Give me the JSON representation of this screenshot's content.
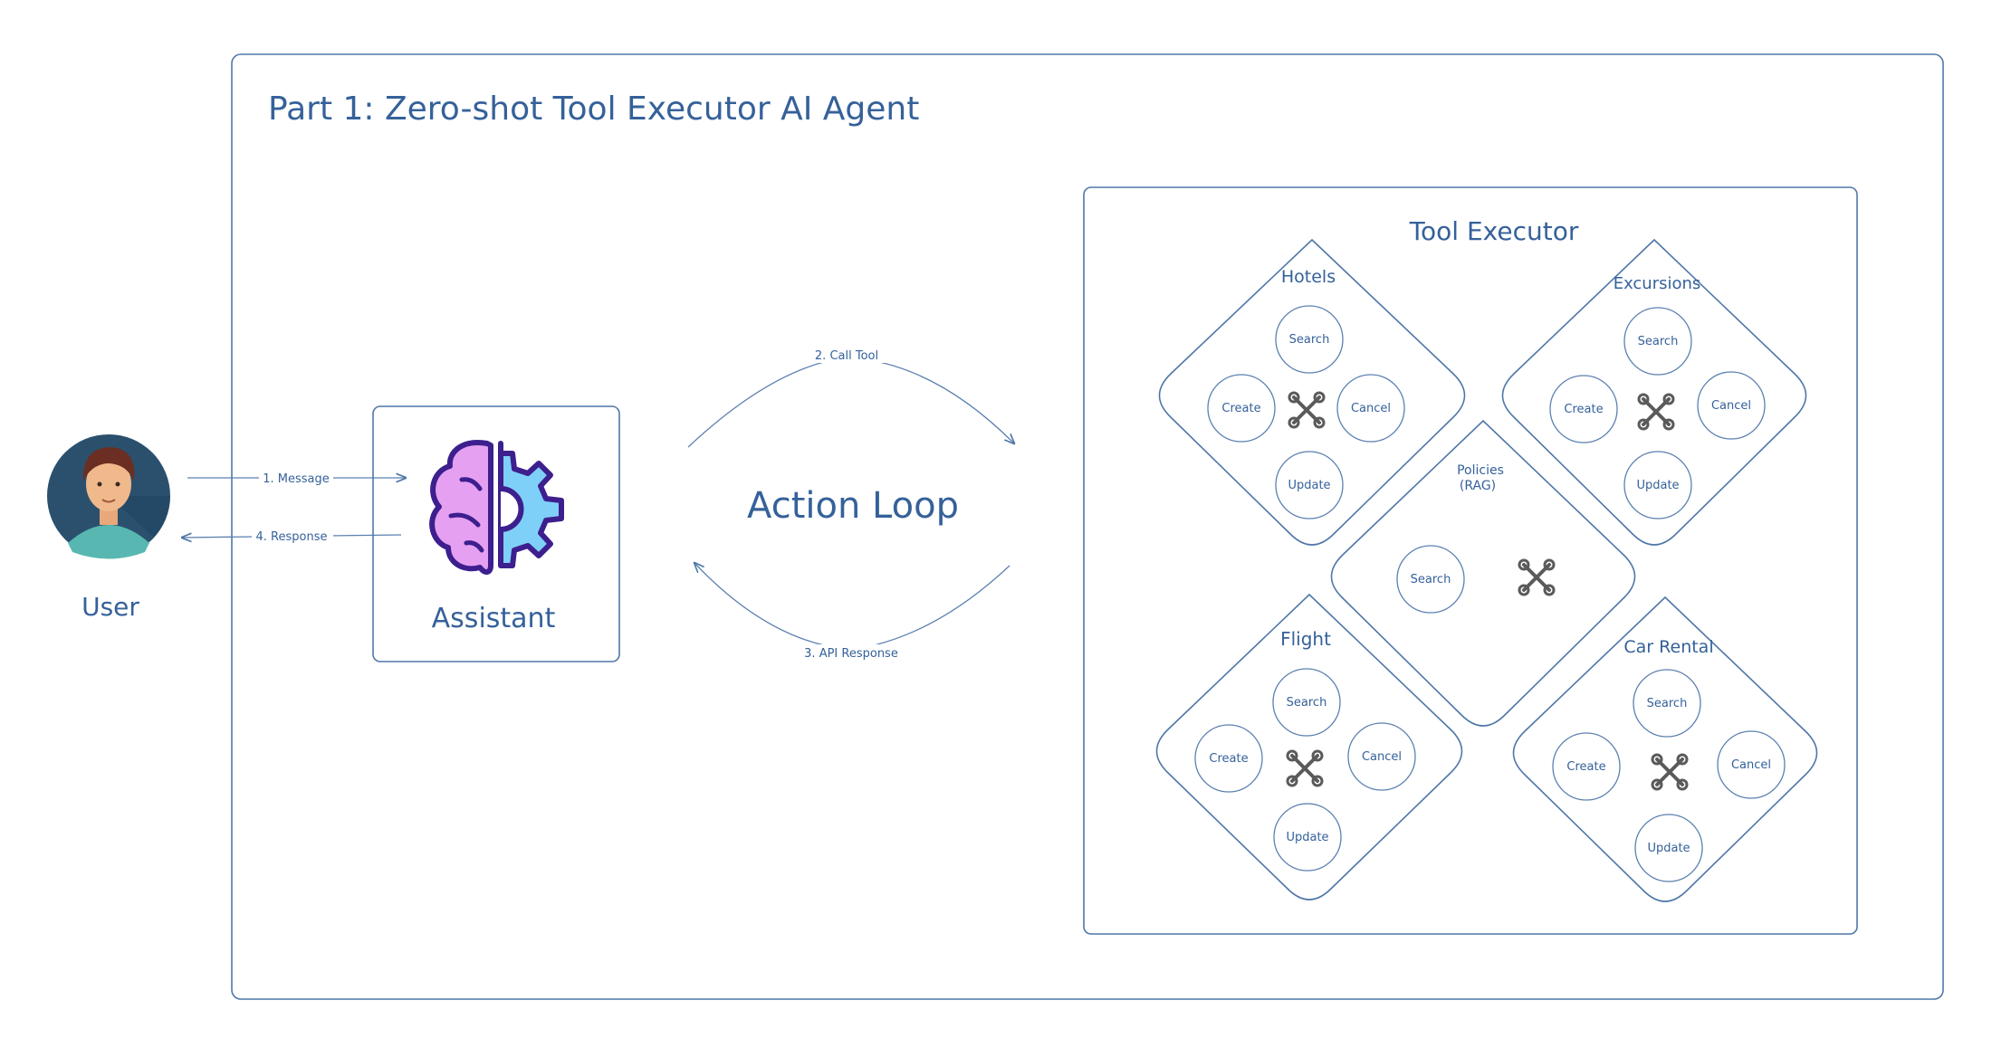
{
  "title": "Part 1: Zero-shot Tool Executor AI Agent",
  "user_label": "User",
  "assistant_label": "Assistant",
  "loop_label": "Action Loop",
  "executor_title": "Tool Executor",
  "arrows": {
    "message": "1. Message",
    "call_tool": "2. Call Tool",
    "api_response": "3. API Response",
    "response": "4. Response"
  },
  "groups": {
    "hotels": {
      "title": "Hotels",
      "search": "Search",
      "create": "Create",
      "cancel": "Cancel",
      "update": "Update"
    },
    "excursions": {
      "title": "Excursions",
      "search": "Search",
      "create": "Create",
      "cancel": "Cancel",
      "update": "Update"
    },
    "flight": {
      "title": "Flight",
      "search": "Search",
      "create": "Create",
      "cancel": "Cancel",
      "update": "Update"
    },
    "car_rental": {
      "title": "Car Rental",
      "search": "Search",
      "create": "Create",
      "cancel": "Cancel",
      "update": "Update"
    },
    "policies": {
      "title_line1": "Policies",
      "title_line2": "(RAG)",
      "search": "Search"
    }
  },
  "colors": {
    "ink": "#35619a",
    "line": "#4f77a8",
    "brain": "#e6a0f2",
    "gear": "#7fd0f8",
    "outline": "#3d1f8e",
    "avatar_bg": "#2b506e",
    "shirt": "#58b8b1",
    "hair": "#6a2f22",
    "skin": "#f0b98c"
  },
  "icons": {
    "avatar": "user-avatar-icon",
    "assistant": "brain-gear-icon",
    "tools": "tools-icon"
  }
}
